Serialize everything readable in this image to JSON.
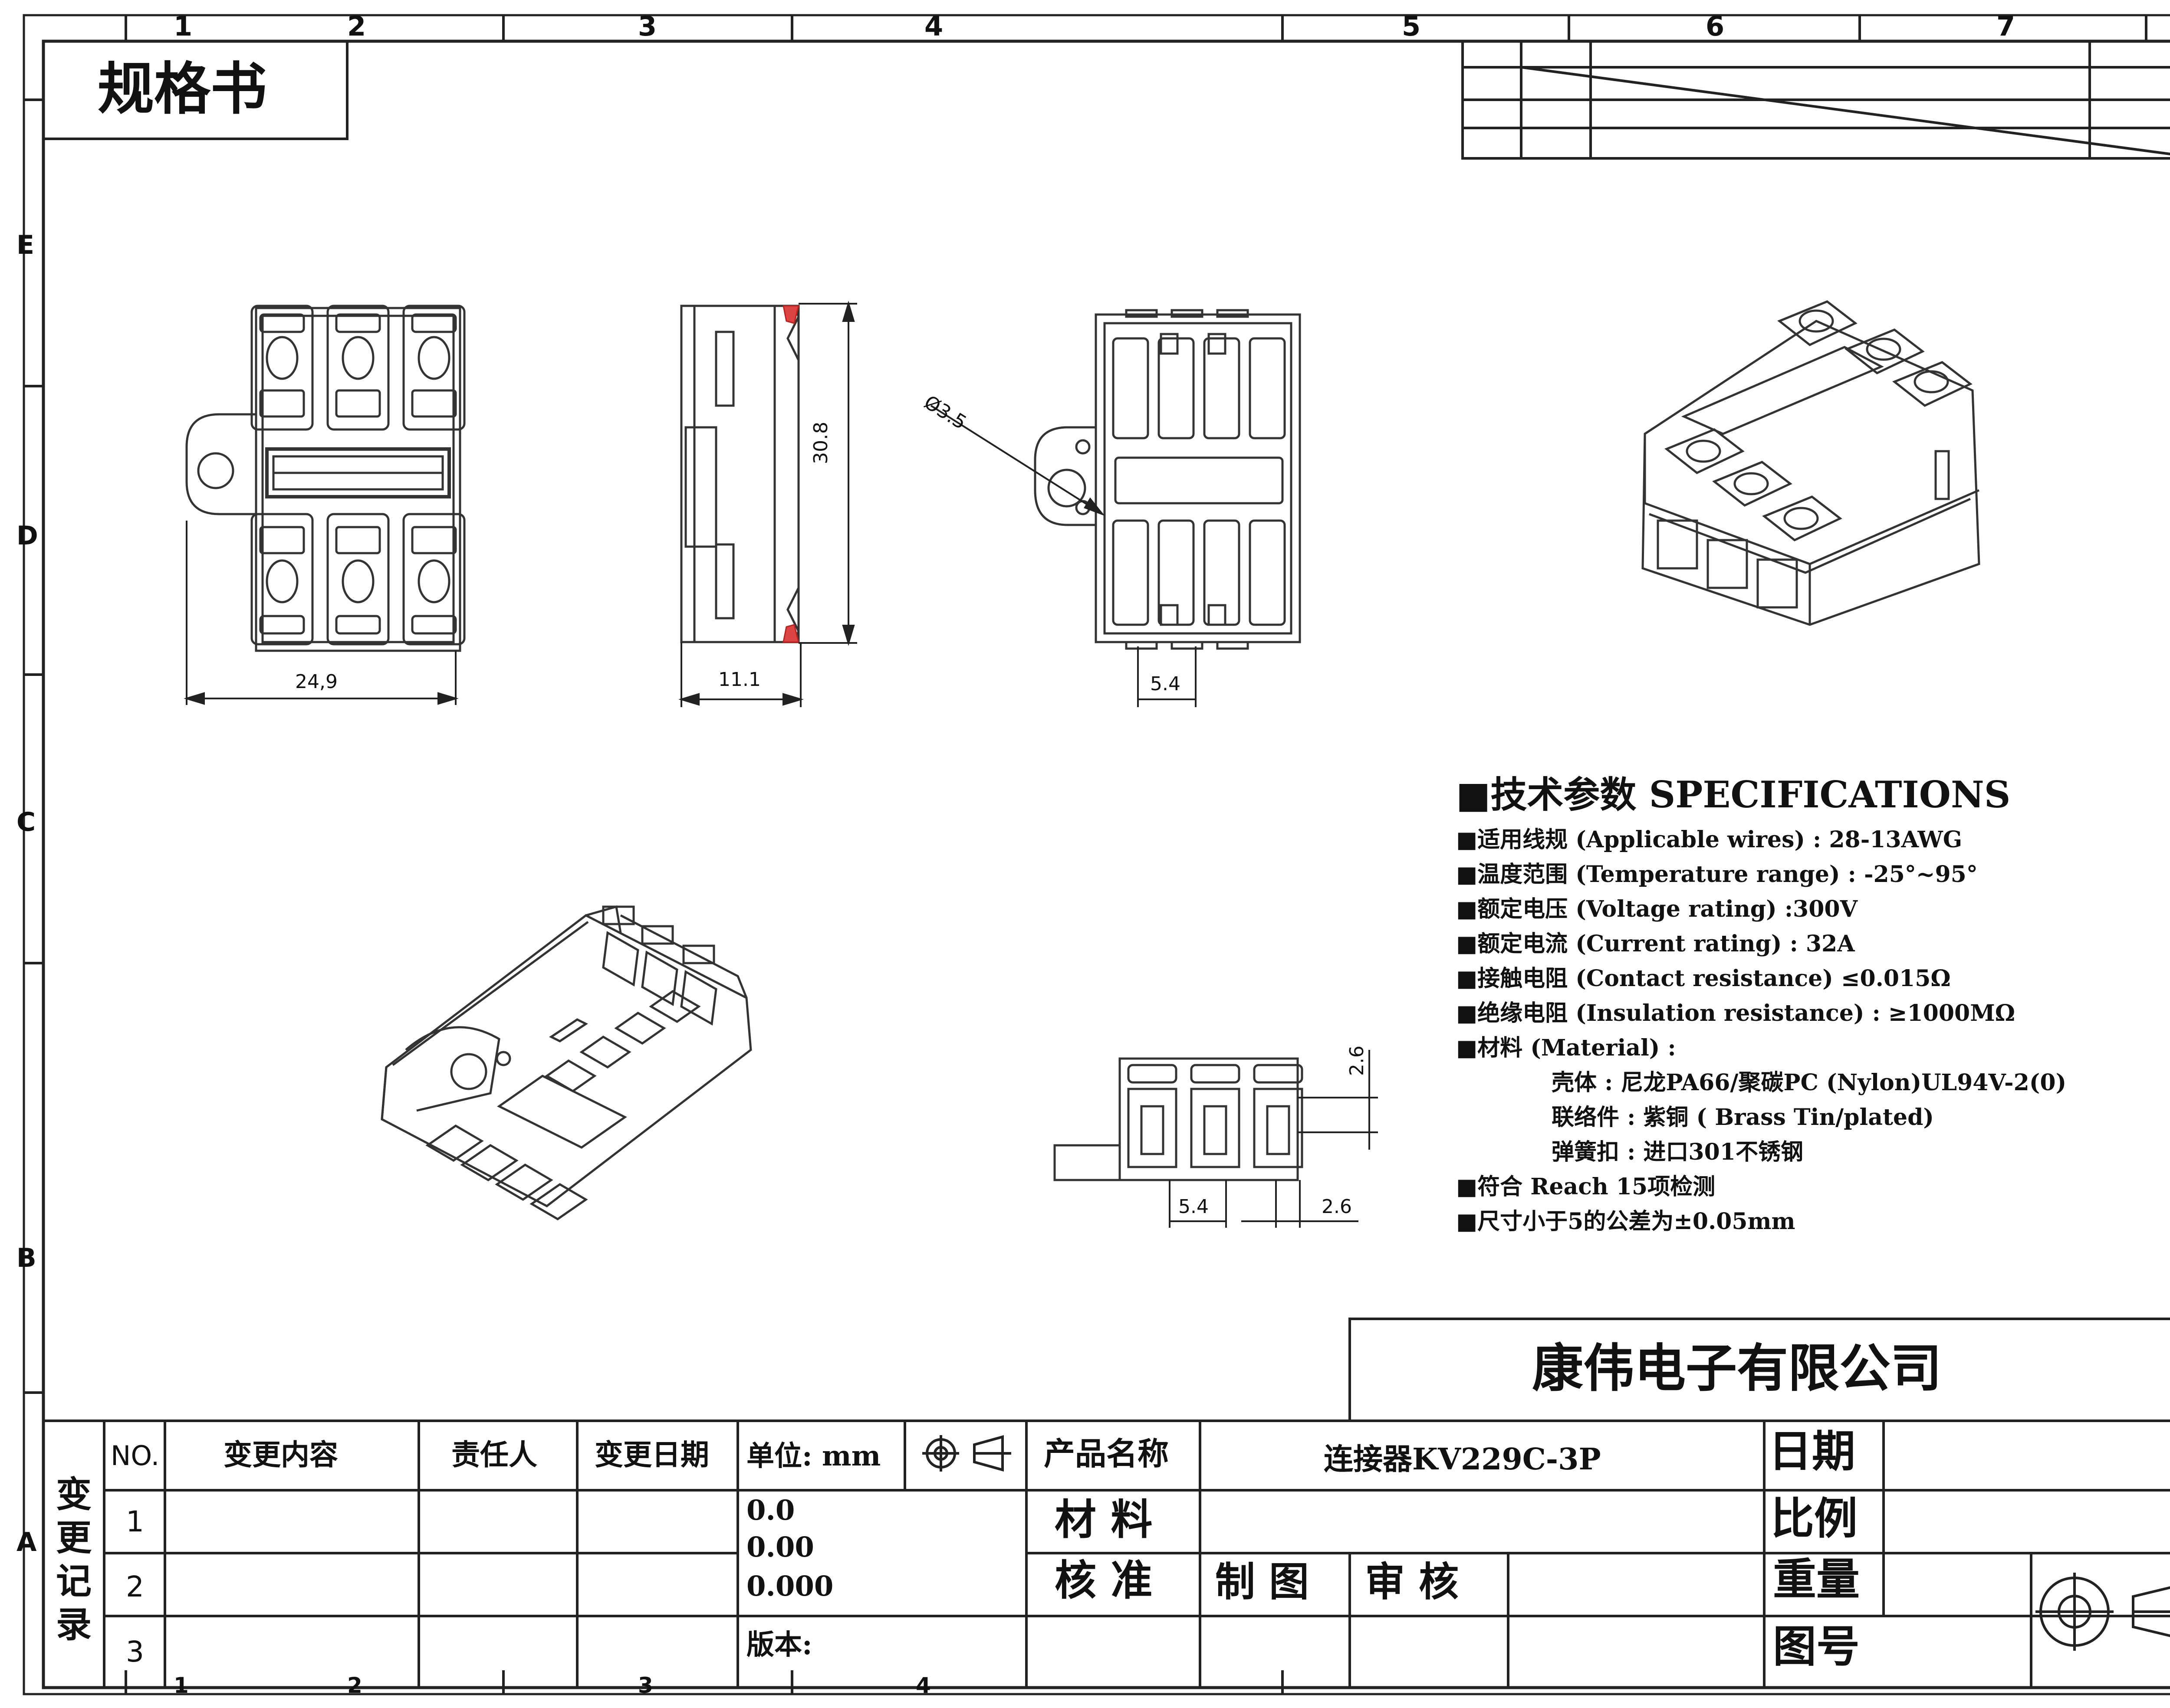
{
  "title": "规格书",
  "company": "康伟电子有限公司",
  "zones": {
    "columns": [
      "1",
      "2",
      "3",
      "4",
      "5",
      "6",
      "7"
    ],
    "rows": [
      "E",
      "D",
      "C",
      "B",
      "A"
    ]
  },
  "drawing": {
    "dimensions": {
      "front_width": "24,9",
      "side_depth": "11.1",
      "side_height": "30.8",
      "hole_diameter": "Ø3.5",
      "pitch_back": "5.4",
      "end_height": "2.6",
      "end_pitch": "5.4",
      "end_opening": "2.6"
    }
  },
  "specs": {
    "heading": "■技术参数  SPECIFICATIONS",
    "lines": [
      "■适用线规  (Applicable wires)  : 28-13AWG",
      "■温度范围  (Temperature range) : -25°~95°",
      "■额定电压  (Voltage rating) :300V",
      "■额定电流  (Current rating) : 32A",
      "■接触电阻  (Contact resistance) ≤0.015Ω",
      "■绝缘电阻  (Insulation resistance) : ≥1000MΩ",
      "■材料 (Material) :"
    ],
    "material_lines": [
      "壳体  : 尼龙PA66/聚碳PC (Nylon)UL94V-2(0)",
      "联络件 : 紫铜 ( Brass  Tin/plated)",
      "弹簧扣 : 进口301不锈钢"
    ],
    "tail_lines": [
      "■符合 Reach  15项检测",
      "■尺寸小于5的公差为±0.05mm"
    ]
  },
  "revision_table": {
    "side_label": "变更记录",
    "headers": [
      "NO.",
      "变更内容",
      "责任人",
      "变更日期"
    ],
    "rows": [
      "1",
      "2",
      "3"
    ]
  },
  "title_block": {
    "unit_label": "单位: mm",
    "tolerances": [
      "0.0",
      "0.00",
      "0.000"
    ],
    "version_label": "版本:",
    "product_name_label": "产品名称",
    "product_name_value": "连接器KV229C-3P",
    "material_label": "材  料",
    "check_label": "核  准",
    "draw_label": "制  图",
    "review_label": "审  核",
    "date_label": "日期",
    "scale_label": "比例",
    "weight_label": "重量",
    "drawing_no_label": "图号"
  }
}
